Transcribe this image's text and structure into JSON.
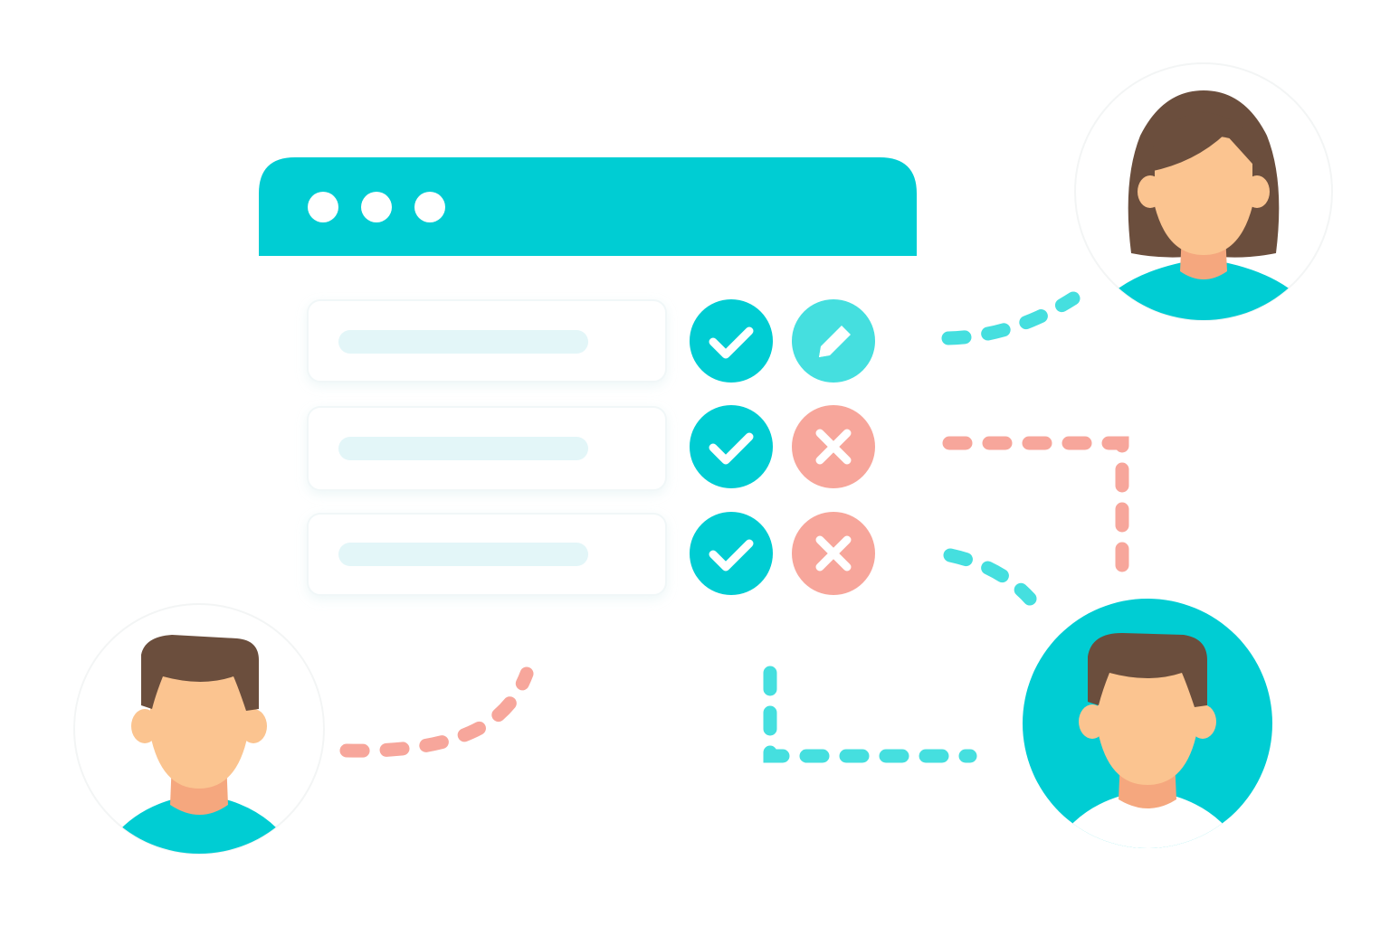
{
  "illustration": {
    "colors": {
      "teal": "#00CDD3",
      "teal_light": "#45DFDF",
      "coral": "#F7A69B",
      "row_bar": "#E3F6F8",
      "hair": "#6B4E3D",
      "skin": "#FBC490",
      "neck": "#F5A77E",
      "white": "#FFFFFF"
    },
    "window": {
      "controls": [
        "dot-icon",
        "dot-icon",
        "dot-icon"
      ]
    },
    "rows": [
      {
        "actions": [
          "check-icon",
          "pencil-icon"
        ]
      },
      {
        "actions": [
          "check-icon",
          "x-icon"
        ]
      },
      {
        "actions": [
          "check-icon",
          "x-icon"
        ]
      }
    ],
    "people": [
      "woman-avatar",
      "man-avatar-left",
      "man-avatar-right"
    ],
    "connectors": [
      "teal-dashed",
      "coral-dashed",
      "teal-dashed",
      "coral-dashed",
      "teal-dashed"
    ]
  }
}
